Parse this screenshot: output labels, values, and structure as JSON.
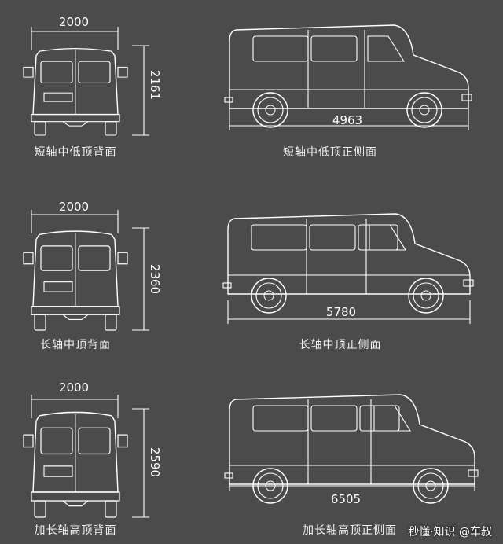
{
  "rows": [
    {
      "back": {
        "width": "2000",
        "height": "2161",
        "caption": "短轴中低顶背面"
      },
      "side": {
        "length": "4963",
        "caption": "短轴中低顶正侧面"
      }
    },
    {
      "back": {
        "width": "2000",
        "height": "2360",
        "caption": "长轴中顶背面"
      },
      "side": {
        "length": "5780",
        "caption": "长轴中顶正侧面"
      }
    },
    {
      "back": {
        "width": "2000",
        "height": "2590",
        "caption": "加长轴高顶背面"
      },
      "side": {
        "length": "6505",
        "caption": "加长轴高顶正侧面"
      }
    }
  ],
  "watermark": "秒懂·知识 @车叔",
  "colors": {
    "background": "#4b4b4b",
    "line": "#ffffff"
  }
}
